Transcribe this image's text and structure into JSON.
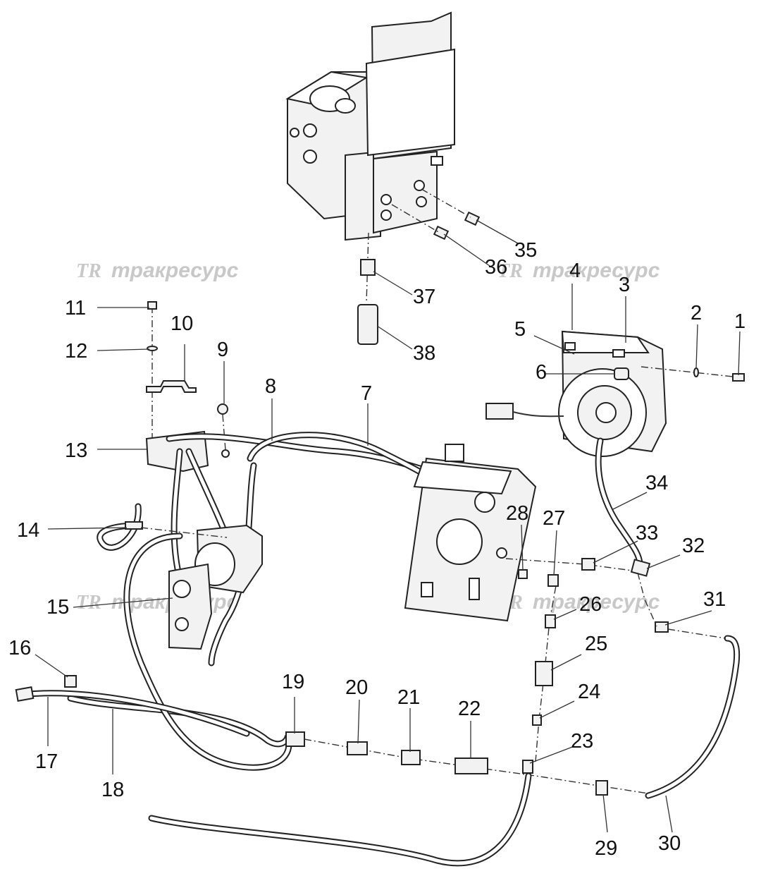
{
  "watermarks": [
    {
      "logo": "TR",
      "text": "тракресурс"
    },
    {
      "logo": "TR",
      "text": "тракресурс"
    },
    {
      "logo": "TR",
      "text": "тракресурс"
    },
    {
      "logo": "TR",
      "text": "тракресурс"
    }
  ],
  "callouts": [
    "1",
    "2",
    "3",
    "4",
    "5",
    "6",
    "7",
    "8",
    "9",
    "10",
    "11",
    "12",
    "13",
    "14",
    "15",
    "16",
    "17",
    "18",
    "19",
    "20",
    "21",
    "22",
    "23",
    "24",
    "25",
    "26",
    "27",
    "28",
    "29",
    "30",
    "31",
    "32",
    "33",
    "34",
    "35",
    "36",
    "37",
    "38"
  ]
}
